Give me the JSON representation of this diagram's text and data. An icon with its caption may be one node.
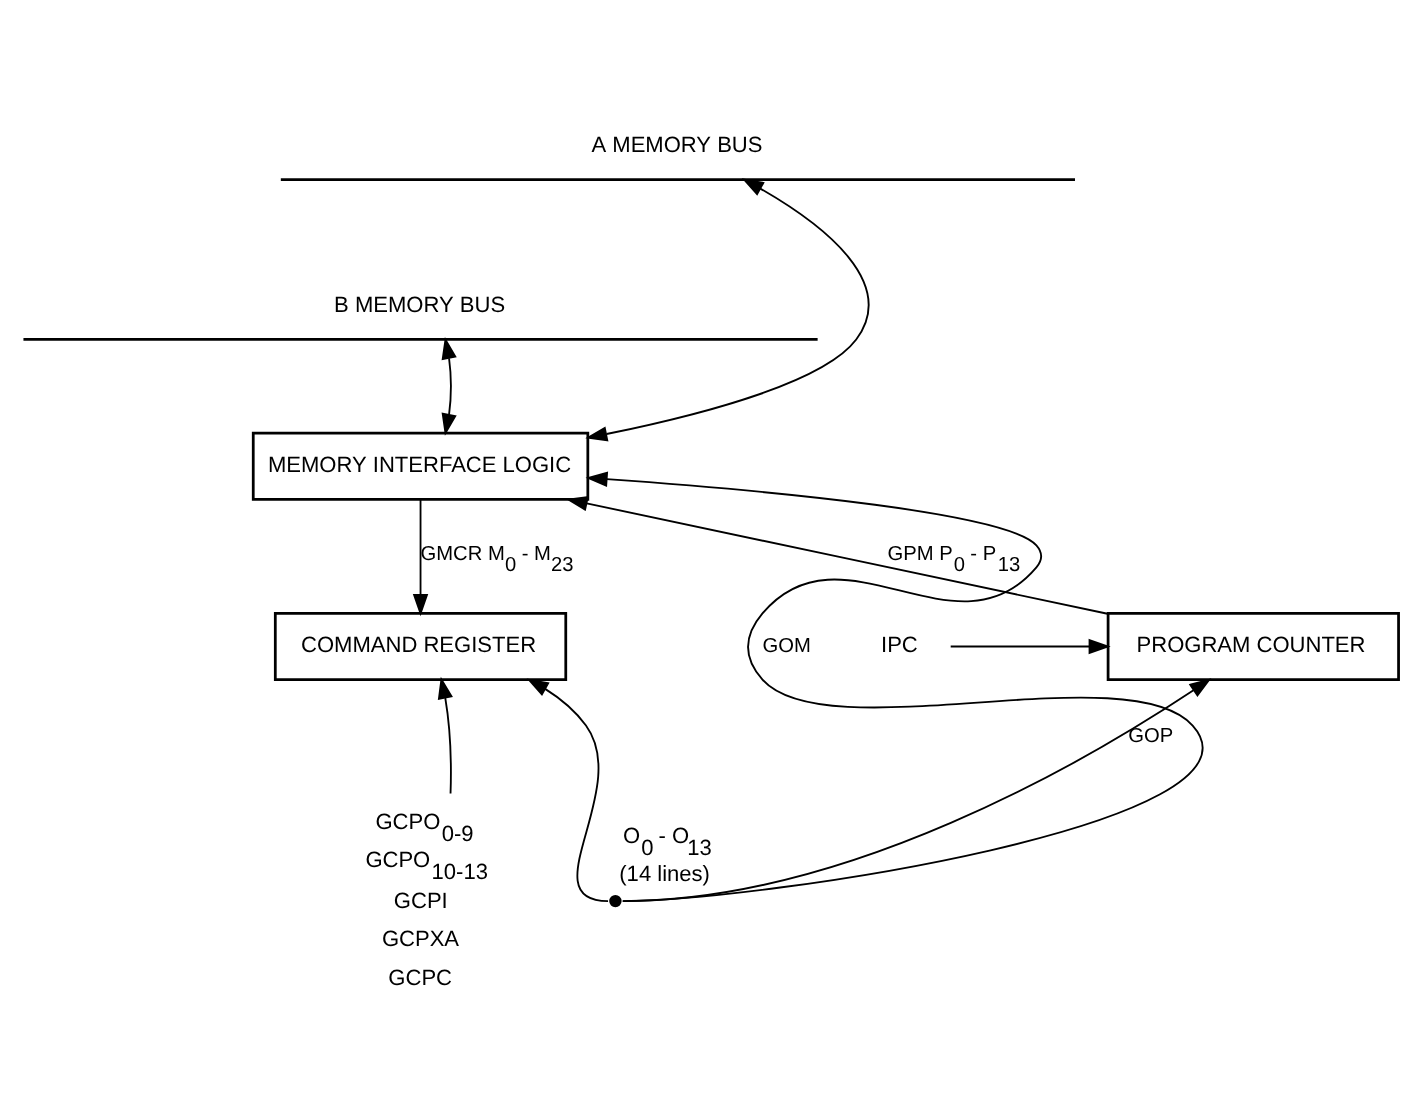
{
  "diagram": {
    "nodes": [
      {
        "text": [
          "A MEMORY BUS"
        ]
      },
      {
        "text": [
          "B MEMORY BUS"
        ]
      },
      {
        "text": [
          "MEMORY INTERFACE LOGIC"
        ]
      },
      {
        "text": [
          "COMMAND REGISTER"
        ]
      },
      {
        "text": [
          "PROGRAM COUNTER"
        ]
      },
      {
        "text": [
          "IPC"
        ]
      },
      {
        "text": [
          "GCPO$_{0-9}$",
          "GCPO$_{10-13}$",
          "GCPI",
          "GCPXA",
          "GCPC"
        ]
      },
      {
        "text": [],
        "shape": "circle",
        "beside": [
          "O$_{0}$ - O$_{13}$",
          "(14 lines)"
        ]
      }
    ],
    "edges": [
      {
        "from": 0,
        "to": 2,
        "arrow": "both"
      },
      {
        "from": 1,
        "to": 2,
        "arrow": "both"
      },
      {
        "from": 2,
        "to": 3,
        "arrow": "to",
        "label": "GMCR M$_{0}$ - M$_{23}$"
      },
      {
        "from": 4,
        "to": 2,
        "arrow": "to",
        "label": "GPM P$_{0}$ - P$_{13}$"
      },
      {
        "from": 5,
        "to": 4,
        "arrow": "to"
      },
      {
        "from": 6,
        "to": 3,
        "arrow": "to"
      },
      {
        "from": 7,
        "to": 3,
        "arrow": "to"
      },
      {
        "from": 7,
        "to": 2,
        "arrow": "to",
        "label": "GOM"
      },
      {
        "from": 7,
        "to": 4,
        "arrow": "to",
        "label": "GOP"
      }
    ]
  }
}
